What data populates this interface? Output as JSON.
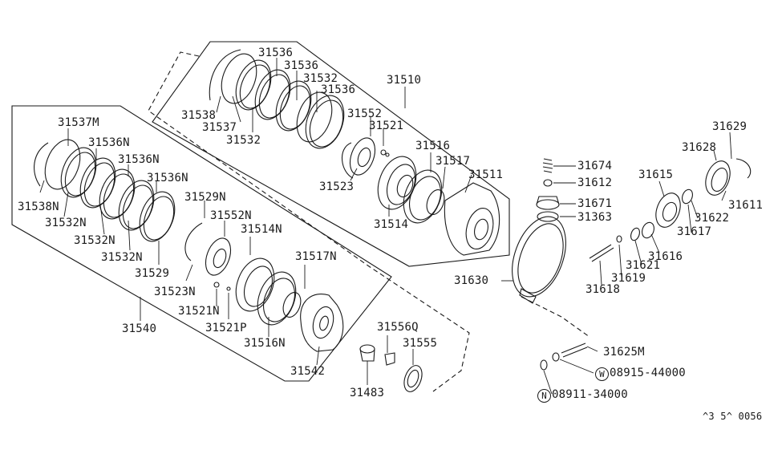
{
  "labels": {
    "l31536a": "31536",
    "l31536b": "31536",
    "l31532a": "31532",
    "l31536c": "31536",
    "l31510": "31510",
    "l31538": "31538",
    "l31537": "31537",
    "l31532b": "31532",
    "l31552": "31552",
    "l31521": "31521",
    "l31516": "31516",
    "l31517": "31517",
    "l31511": "31511",
    "l31523": "31523",
    "l31514": "31514",
    "l31537M": "31537M",
    "l31536N1": "31536N",
    "l31536N2": "31536N",
    "l31536N3": "31536N",
    "l31529N": "31529N",
    "l31552N": "31552N",
    "l31514N": "31514N",
    "l31517N": "31517N",
    "l31538N": "31538N",
    "l31532N1": "31532N",
    "l31532N2": "31532N",
    "l31532N3": "31532N",
    "l31529": "31529",
    "l31523N": "31523N",
    "l31521N": "31521N",
    "l31521P": "31521P",
    "l31540": "31540",
    "l31516N": "31516N",
    "l31542": "31542",
    "l31556Q": "31556Q",
    "l31555": "31555",
    "l31483": "31483",
    "l31674": "31674",
    "l31612": "31612",
    "l31671": "31671",
    "l31363": "31363",
    "l31630": "31630",
    "l31629": "31629",
    "l31628": "31628",
    "l31615": "31615",
    "l31611": "31611",
    "l31622": "31622",
    "l31617": "31617",
    "l31616": "31616",
    "l31621": "31621",
    "l31619": "31619",
    "l31618": "31618",
    "l31625M": "31625M",
    "w_symbol": "W",
    "w_part": "08915-44000",
    "n_symbol": "N",
    "n_part": "08911-34000",
    "code": "^3 5^ 0056"
  }
}
